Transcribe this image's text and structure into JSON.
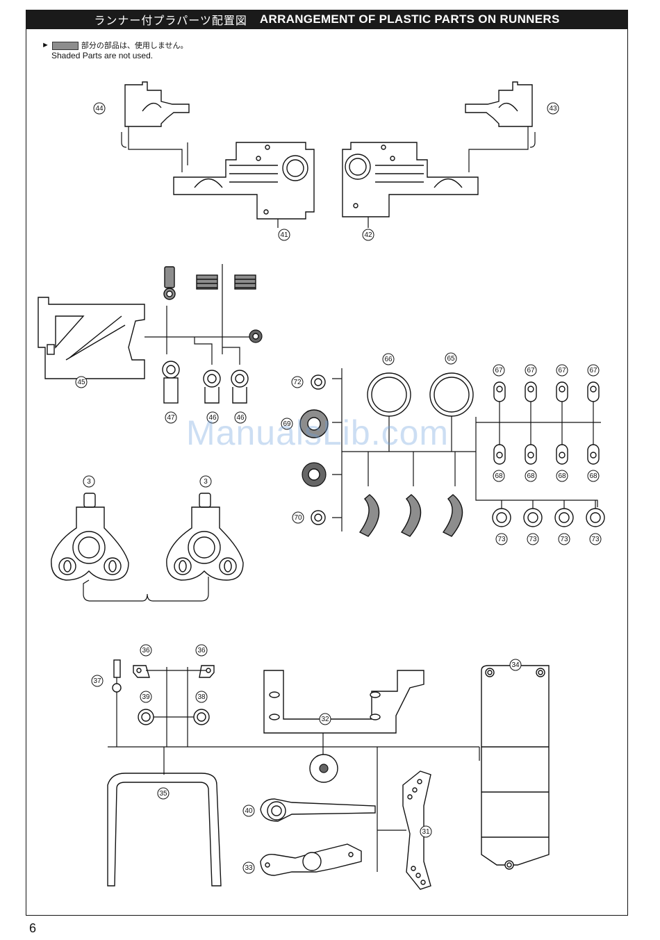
{
  "header": {
    "title_jp": "ランナー付プラパーツ配置図",
    "title_en": "ARRANGEMENT OF PLASTIC PARTS ON RUNNERS"
  },
  "note": {
    "arrow": "►",
    "jp": "部分の部品は、使用しません。",
    "en": "Shaded Parts are not used."
  },
  "watermark": "ManualsLib.com",
  "page_number": "6",
  "part_labels": [
    "44",
    "43",
    "41",
    "42",
    "45",
    "47",
    "46",
    "46",
    "72",
    "69",
    "70",
    "66",
    "65",
    "67",
    "67",
    "67",
    "67",
    "68",
    "68",
    "68",
    "68",
    "73",
    "73",
    "73",
    "73",
    "3",
    "3",
    "36",
    "36",
    "37",
    "39",
    "38",
    "35",
    "32",
    "34",
    "40",
    "33",
    "31"
  ]
}
